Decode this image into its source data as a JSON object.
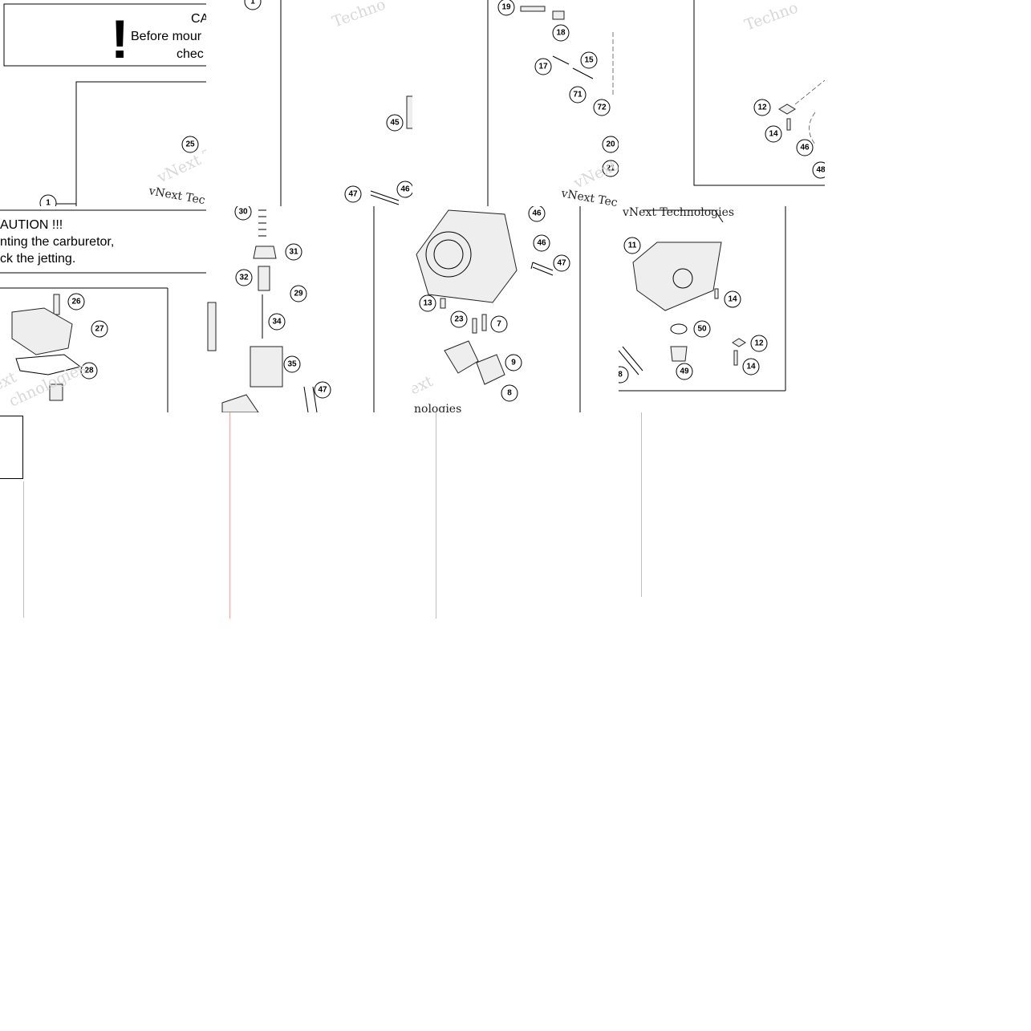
{
  "caution": {
    "title_fragment": "CA",
    "line1_fragment": "Before mour",
    "line2_fragment": "chec",
    "title_rest": "AUTION !!!",
    "line1_rest": "nting the carburetor,",
    "line2_rest": "ck the jetting.",
    "exclamation": "!"
  },
  "watermarks": {
    "t1": "Techno",
    "t3": "Techno",
    "t4": "vNext Tec",
    "t5": "vNext Tec",
    "t6": "vNext Technologies",
    "t7": "ext",
    "t7b": "chnologies",
    "t8": "nologies",
    "t9": "ext"
  },
  "part_numbers": {
    "tile0": [
      "25",
      "1"
    ],
    "tile1": [
      "1",
      "45",
      "47",
      "46"
    ],
    "tile2": [
      "19",
      "18",
      "17",
      "15",
      "71",
      "72",
      "20",
      "21"
    ],
    "tile3": [
      "12",
      "14",
      "46",
      "48"
    ],
    "tile4": [
      "26",
      "27",
      "28"
    ],
    "tile5": [
      "30",
      "31",
      "32",
      "29",
      "34",
      "35",
      "47"
    ],
    "tile6": [
      "46",
      "46",
      "47",
      "13",
      "23",
      "7",
      "9",
      "8"
    ],
    "tile7": [
      "11",
      "14",
      "50",
      "12",
      "49",
      "14",
      "8"
    ]
  },
  "colors": {
    "background": "#ffffff",
    "line": "#000000",
    "watermark": "#d8d8d8",
    "seam": "#f4a7a7"
  }
}
